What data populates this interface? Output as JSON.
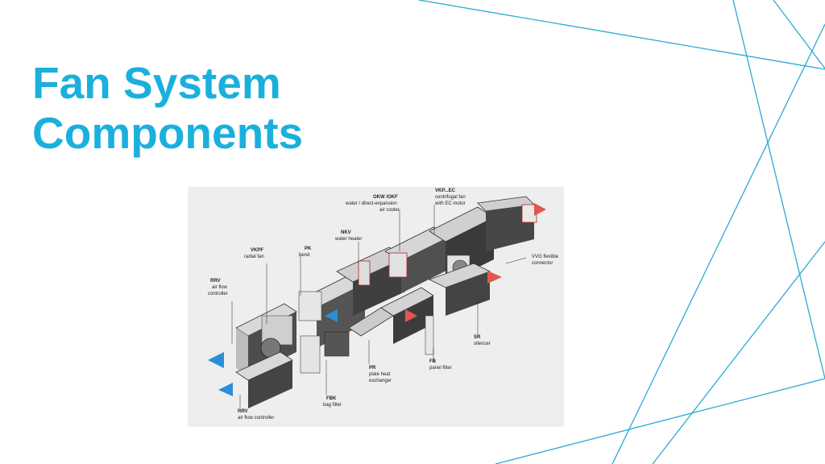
{
  "slide": {
    "title_line1": "Fan System",
    "title_line2": "Components",
    "accent_color": "#1ab0dd"
  },
  "figure": {
    "labels": [
      {
        "code": "OKW /OKF",
        "desc": [
          "water / direct-expansion",
          "air cooler"
        ]
      },
      {
        "code": "VKP...EC",
        "desc": [
          "centrifugal fan",
          "with EC motor"
        ]
      },
      {
        "code": "NKV",
        "desc": [
          "water heater"
        ]
      },
      {
        "code": "VKPF",
        "desc": [
          "radial fan"
        ]
      },
      {
        "code": "PK",
        "desc": [
          "bend"
        ]
      },
      {
        "code": "RRV",
        "desc": [
          "air flow",
          "controller"
        ]
      },
      {
        "code": "",
        "desc": [
          "VVG flexible",
          "connector"
        ]
      },
      {
        "code": "SR",
        "desc": [
          "silencer"
        ]
      },
      {
        "code": "FB",
        "desc": [
          "panel filter"
        ]
      },
      {
        "code": "PR",
        "desc": [
          "plate heat",
          "exchanger"
        ]
      },
      {
        "code": "FBK",
        "desc": [
          "bag filter"
        ]
      },
      {
        "code": "RRV",
        "desc": [
          "air flow controller"
        ]
      }
    ]
  }
}
